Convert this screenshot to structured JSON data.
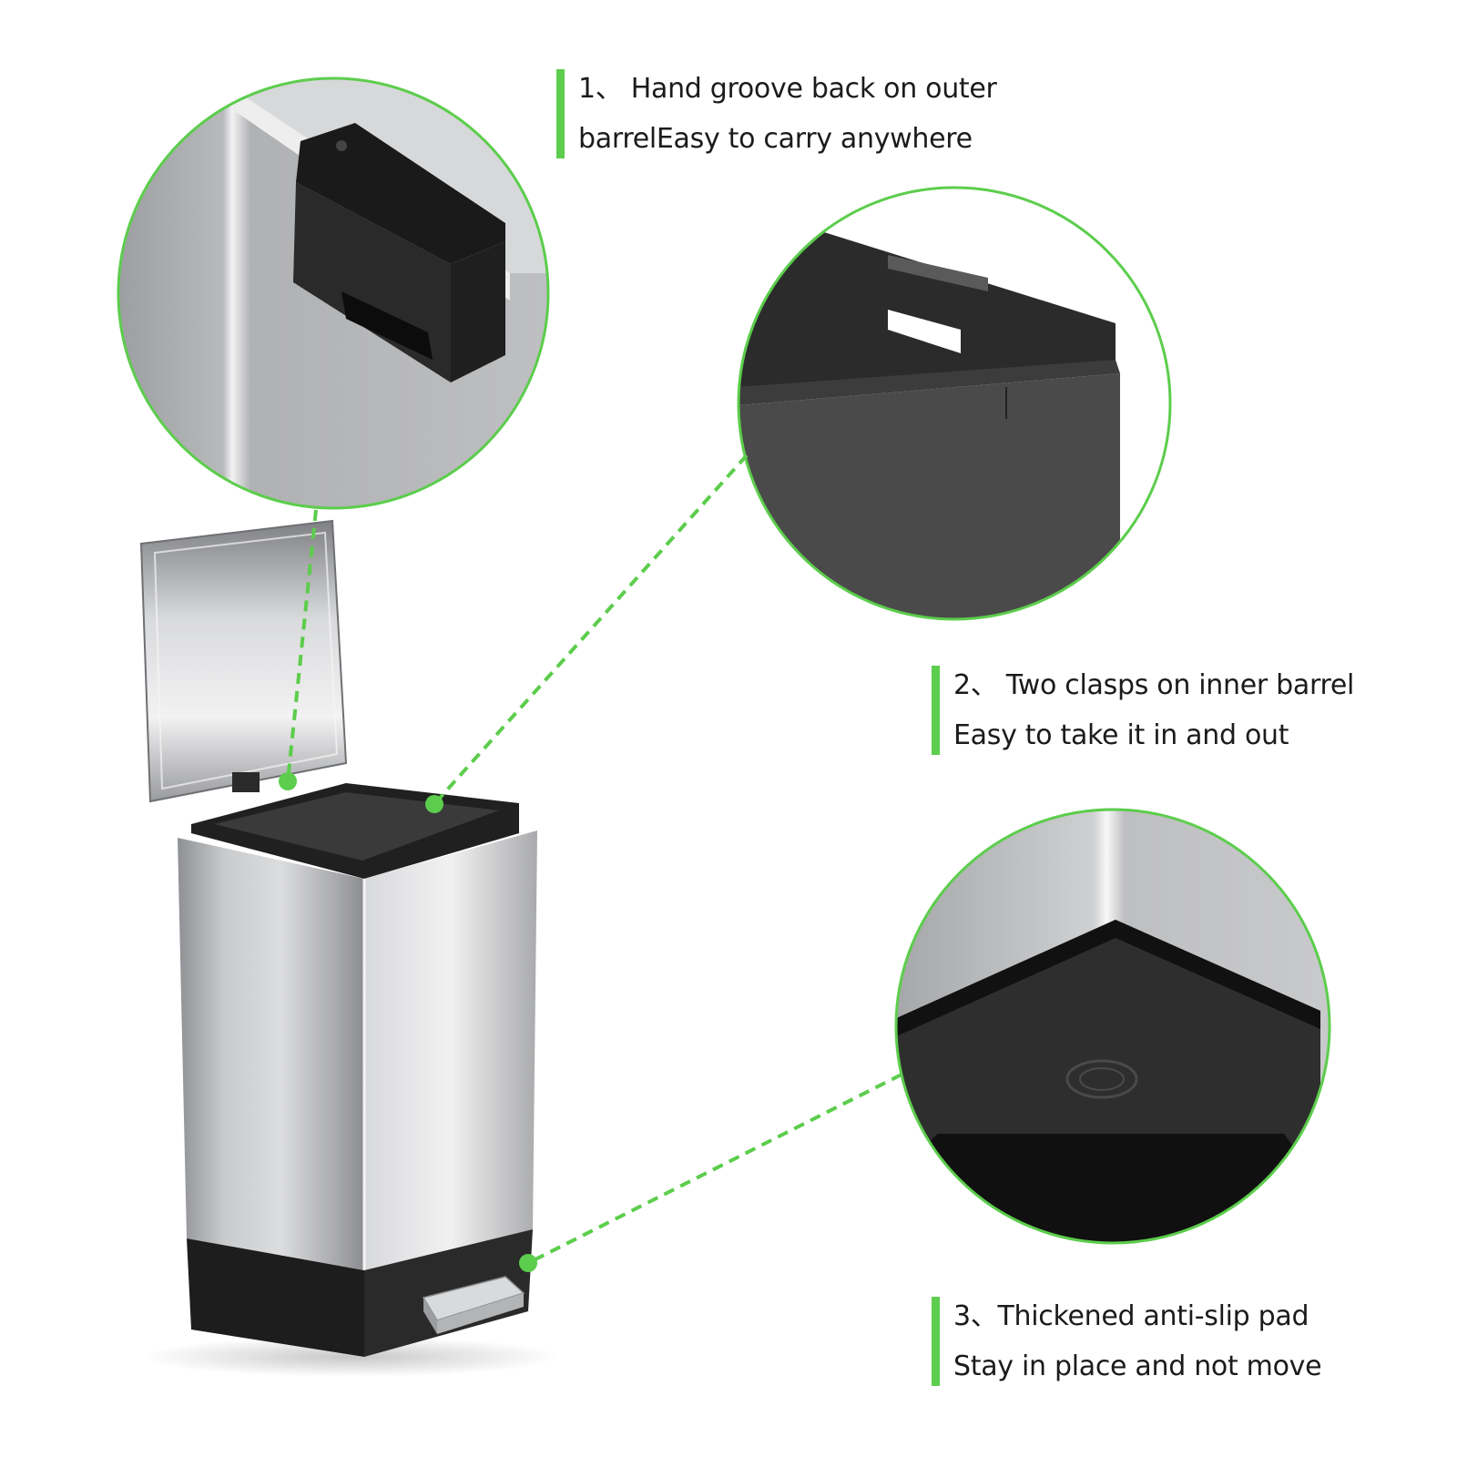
{
  "callouts": [
    {
      "line1": "1、 Hand groove back on outer",
      "line2": "barrelEasy to carry anywhere"
    },
    {
      "line1": "2、 Two clasps on inner barrel",
      "line2": "Easy to take it in and out"
    },
    {
      "line1": "3、Thickened anti-slip pad",
      "line2": "Stay in place and not move"
    }
  ],
  "colors": {
    "accent_green": "#5ccd4c",
    "stainless": "#b9babc",
    "plastic_black": "#2b2b2b",
    "text": "#1b1b1b"
  }
}
